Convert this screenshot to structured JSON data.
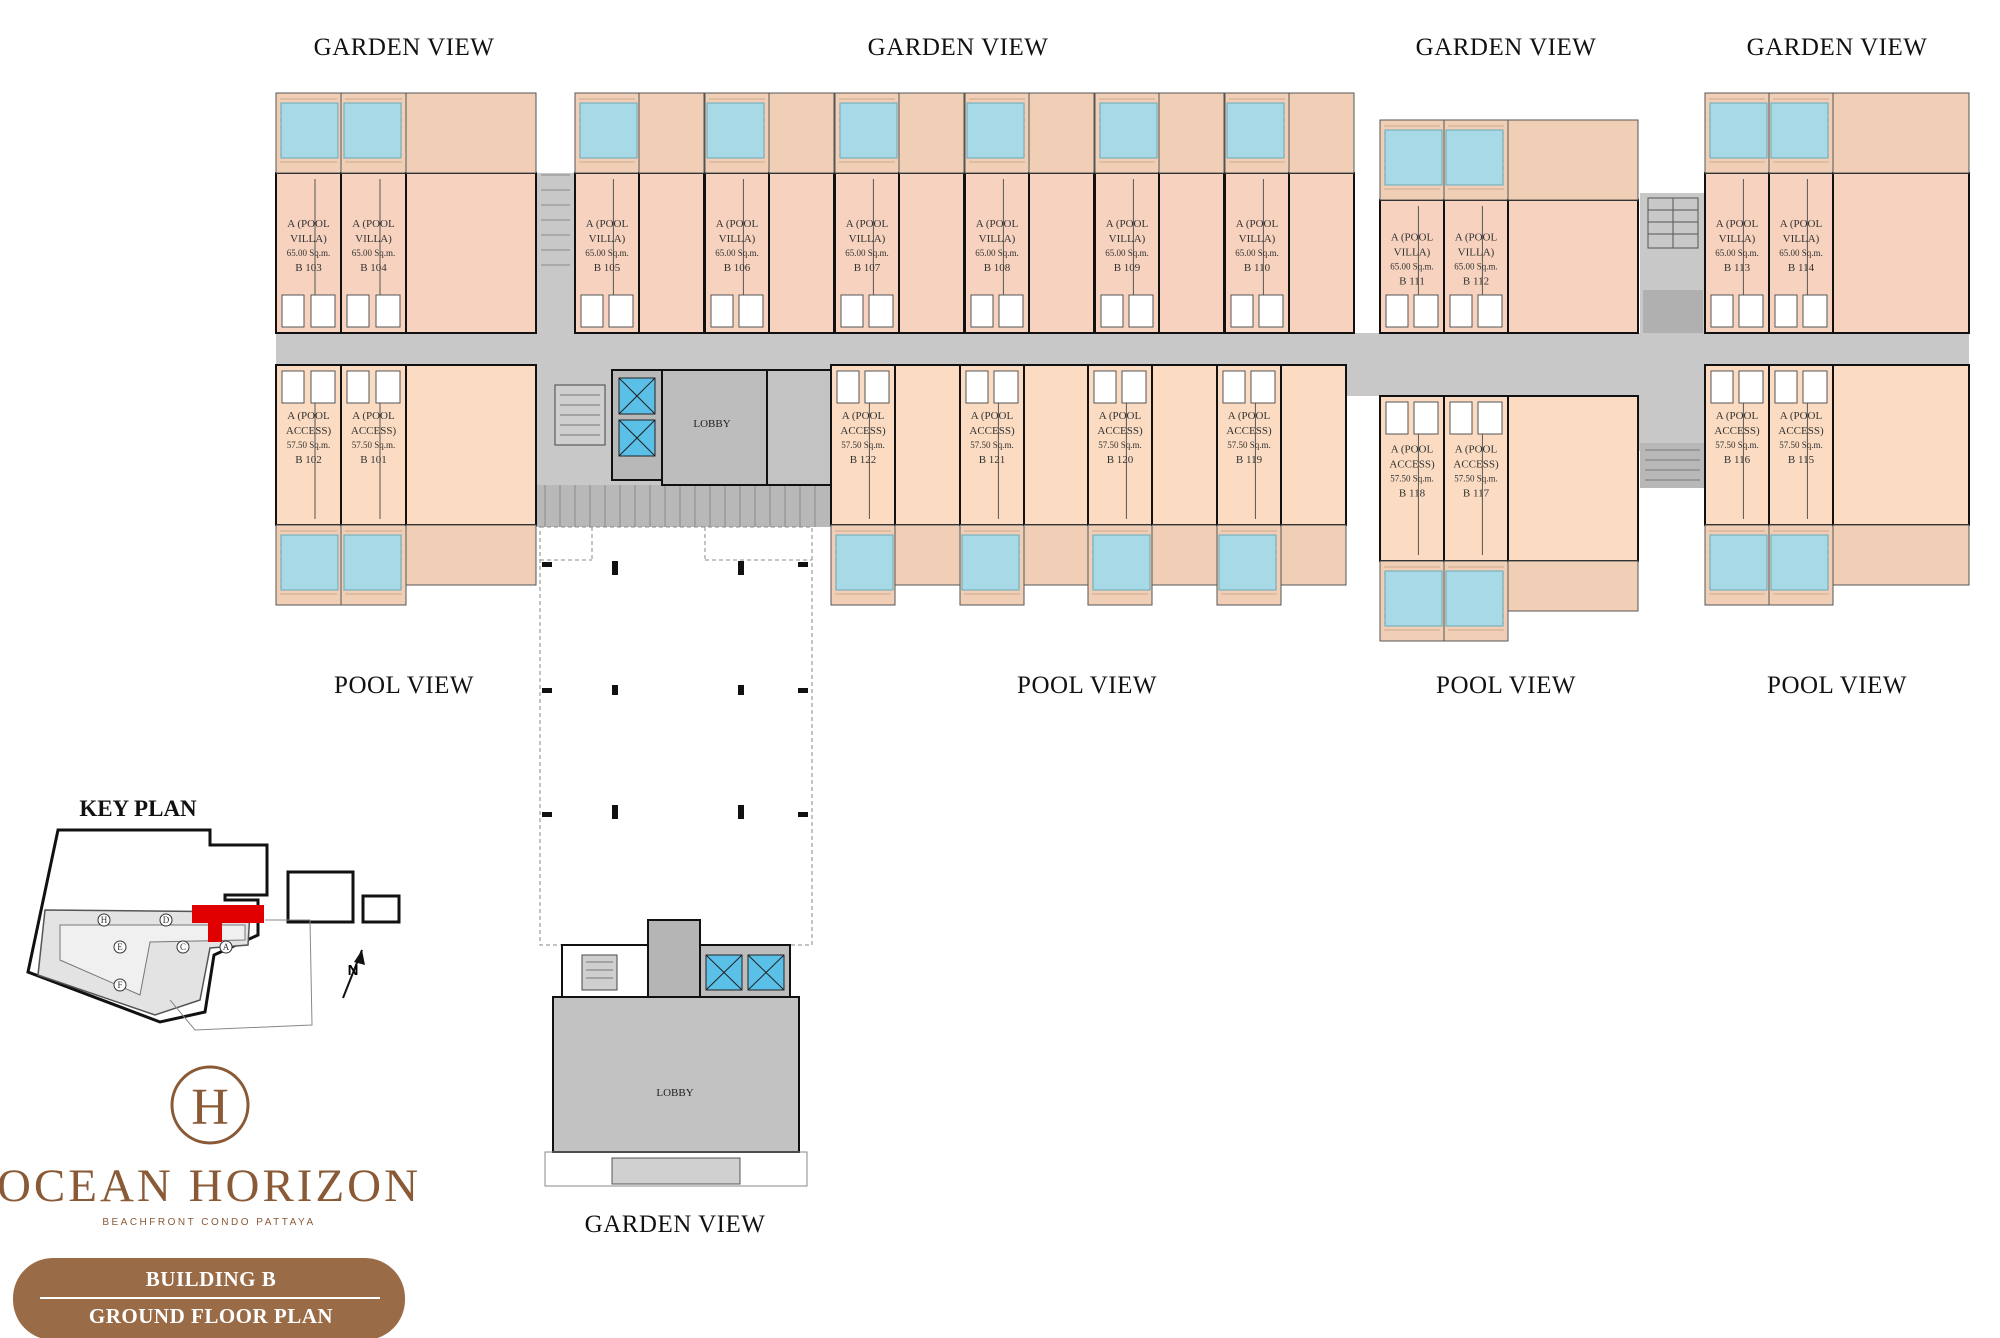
{
  "colors": {
    "villa_fill": "#f7d3bf",
    "access_fill": "#fbdcc2",
    "corridor": "#c8c8c8",
    "pool": "#a7d9e6",
    "wall": "#111111",
    "brand": "#8a5a37",
    "badge": "#9a6b47",
    "key_highlight": "#e10000"
  },
  "views": {
    "top": [
      "GARDEN VIEW",
      "GARDEN VIEW",
      "GARDEN VIEW",
      "GARDEN VIEW"
    ],
    "bottom": [
      "POOL VIEW",
      "POOL VIEW",
      "POOL VIEW",
      "POOL VIEW"
    ],
    "lobby_view": "GARDEN VIEW"
  },
  "lobby_labels": [
    "LOBBY",
    "LOBBY"
  ],
  "units": {
    "villa": [
      {
        "type": "A (POOL",
        "type2": "VILLA)",
        "area": "65.00 Sq.m.",
        "code": "B 103"
      },
      {
        "type": "A (POOL",
        "type2": "VILLA)",
        "area": "65.00 Sq.m.",
        "code": "B 104"
      },
      {
        "type": "A (POOL",
        "type2": "VILLA)",
        "area": "65.00 Sq.m.",
        "code": "B 105"
      },
      {
        "type": "A (POOL",
        "type2": "VILLA)",
        "area": "65.00 Sq.m.",
        "code": "B 106"
      },
      {
        "type": "A (POOL",
        "type2": "VILLA)",
        "area": "65.00 Sq.m.",
        "code": "B 107"
      },
      {
        "type": "A (POOL",
        "type2": "VILLA)",
        "area": "65.00 Sq.m.",
        "code": "B 108"
      },
      {
        "type": "A (POOL",
        "type2": "VILLA)",
        "area": "65.00 Sq.m.",
        "code": "B 109"
      },
      {
        "type": "A (POOL",
        "type2": "VILLA)",
        "area": "65.00 Sq.m.",
        "code": "B 110"
      },
      {
        "type": "A (POOL",
        "type2": "VILLA)",
        "area": "65.00 Sq.m.",
        "code": "B 111"
      },
      {
        "type": "A (POOL",
        "type2": "VILLA)",
        "area": "65.00 Sq.m.",
        "code": "B 112"
      },
      {
        "type": "A (POOL",
        "type2": "VILLA)",
        "area": "65.00 Sq.m.",
        "code": "B 113"
      },
      {
        "type": "A (POOL",
        "type2": "VILLA)",
        "area": "65.00 Sq.m.",
        "code": "B 114"
      }
    ],
    "access": [
      {
        "type": "A (POOL",
        "type2": "ACCESS)",
        "area": "57.50 Sq.m.",
        "code": "B 102"
      },
      {
        "type": "A (POOL",
        "type2": "ACCESS)",
        "area": "57.50 Sq.m.",
        "code": "B 101"
      },
      {
        "type": "A (POOL",
        "type2": "ACCESS)",
        "area": "57.50 Sq.m.",
        "code": "B 122"
      },
      {
        "type": "A (POOL",
        "type2": "ACCESS)",
        "area": "57.50 Sq.m.",
        "code": "B 121"
      },
      {
        "type": "A (POOL",
        "type2": "ACCESS)",
        "area": "57.50 Sq.m.",
        "code": "B 120"
      },
      {
        "type": "A (POOL",
        "type2": "ACCESS)",
        "area": "57.50 Sq.m.",
        "code": "B 119"
      },
      {
        "type": "A (POOL",
        "type2": "ACCESS)",
        "area": "57.50 Sq.m.",
        "code": "B 118"
      },
      {
        "type": "A (POOL",
        "type2": "ACCESS)",
        "area": "57.50 Sq.m.",
        "code": "B 117"
      },
      {
        "type": "A (POOL",
        "type2": "ACCESS)",
        "area": "57.50 Sq.m.",
        "code": "B 116"
      },
      {
        "type": "A (POOL",
        "type2": "ACCESS)",
        "area": "57.50 Sq.m.",
        "code": "B 115"
      }
    ]
  },
  "key_plan": {
    "title": "KEY PLAN",
    "markers": [
      "H",
      "D",
      "E",
      "C",
      "A",
      "F"
    ],
    "north": "N"
  },
  "brand": {
    "monogram": "H",
    "name": "OCEAN HORIZON",
    "tagline": "BEACHFRONT CONDO PATTAYA"
  },
  "badge": {
    "line1": "BUILDING B",
    "line2": "GROUND FLOOR PLAN"
  }
}
